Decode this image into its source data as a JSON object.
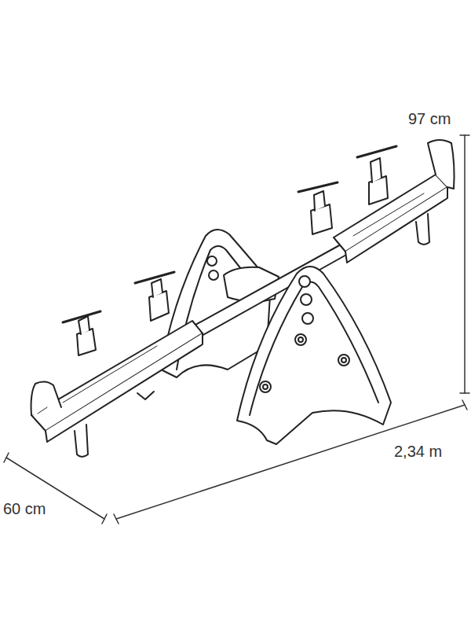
{
  "diagram": {
    "labels": [
      "97 cm",
      "2,34 m",
      "60 cm"
    ]
  }
}
